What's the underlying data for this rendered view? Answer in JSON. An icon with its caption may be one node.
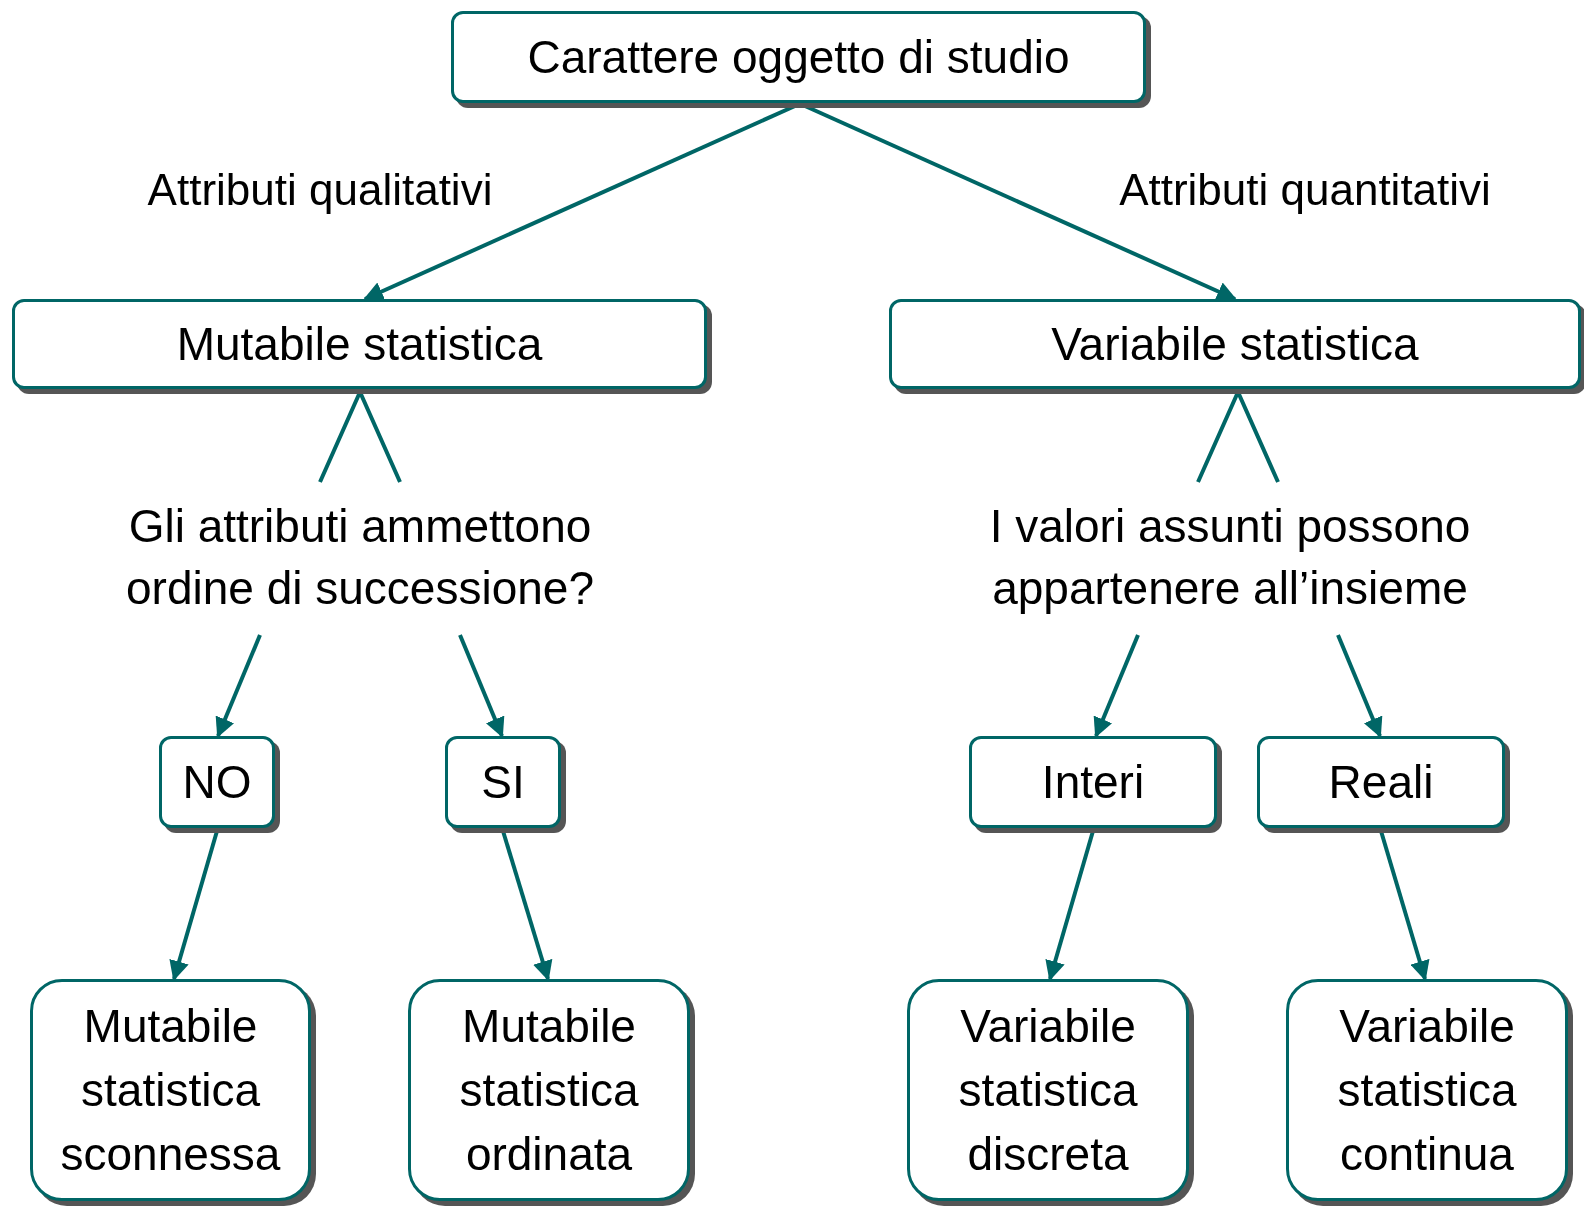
{
  "diagram": {
    "nodes": [
      {
        "text": [
          "Carattere oggetto di studio"
        ]
      },
      {
        "text": [
          "Mutabile statistica"
        ]
      },
      {
        "text": [
          "Variabile statistica"
        ]
      },
      {
        "text": [
          "Gli attributi ammettono ordine di successione?"
        ]
      },
      {
        "text": [
          "I valori assunti possono appartenere all’insieme"
        ]
      },
      {
        "text": [
          "NO"
        ]
      },
      {
        "text": [
          "SI"
        ]
      },
      {
        "text": [
          "Interi"
        ]
      },
      {
        "text": [
          "Reali"
        ]
      },
      {
        "text": [
          "Mutabile statistica sconnessa"
        ]
      },
      {
        "text": [
          "Mutabile statistica ordinata"
        ]
      },
      {
        "text": [
          "Variabile statistica discreta"
        ]
      },
      {
        "text": [
          "Variabile statistica continua"
        ]
      }
    ],
    "edges": [
      {
        "from": 0,
        "to": 1,
        "arrow": "to",
        "label": "Attributi qualitativi"
      },
      {
        "from": 0,
        "to": 2,
        "arrow": "to",
        "label": "Attributi quantitativi"
      },
      {
        "from": 1,
        "to": 3,
        "arrow": "none"
      },
      {
        "from": 2,
        "to": 4,
        "arrow": "none"
      },
      {
        "from": 3,
        "to": 5,
        "arrow": "to"
      },
      {
        "from": 3,
        "to": 6,
        "arrow": "to"
      },
      {
        "from": 4,
        "to": 7,
        "arrow": "to"
      },
      {
        "from": 4,
        "to": 8,
        "arrow": "to"
      },
      {
        "from": 5,
        "to": 9,
        "arrow": "to"
      },
      {
        "from": 6,
        "to": 10,
        "arrow": "to"
      },
      {
        "from": 7,
        "to": 11,
        "arrow": "to"
      },
      {
        "from": 8,
        "to": 12,
        "arrow": "to"
      }
    ]
  }
}
